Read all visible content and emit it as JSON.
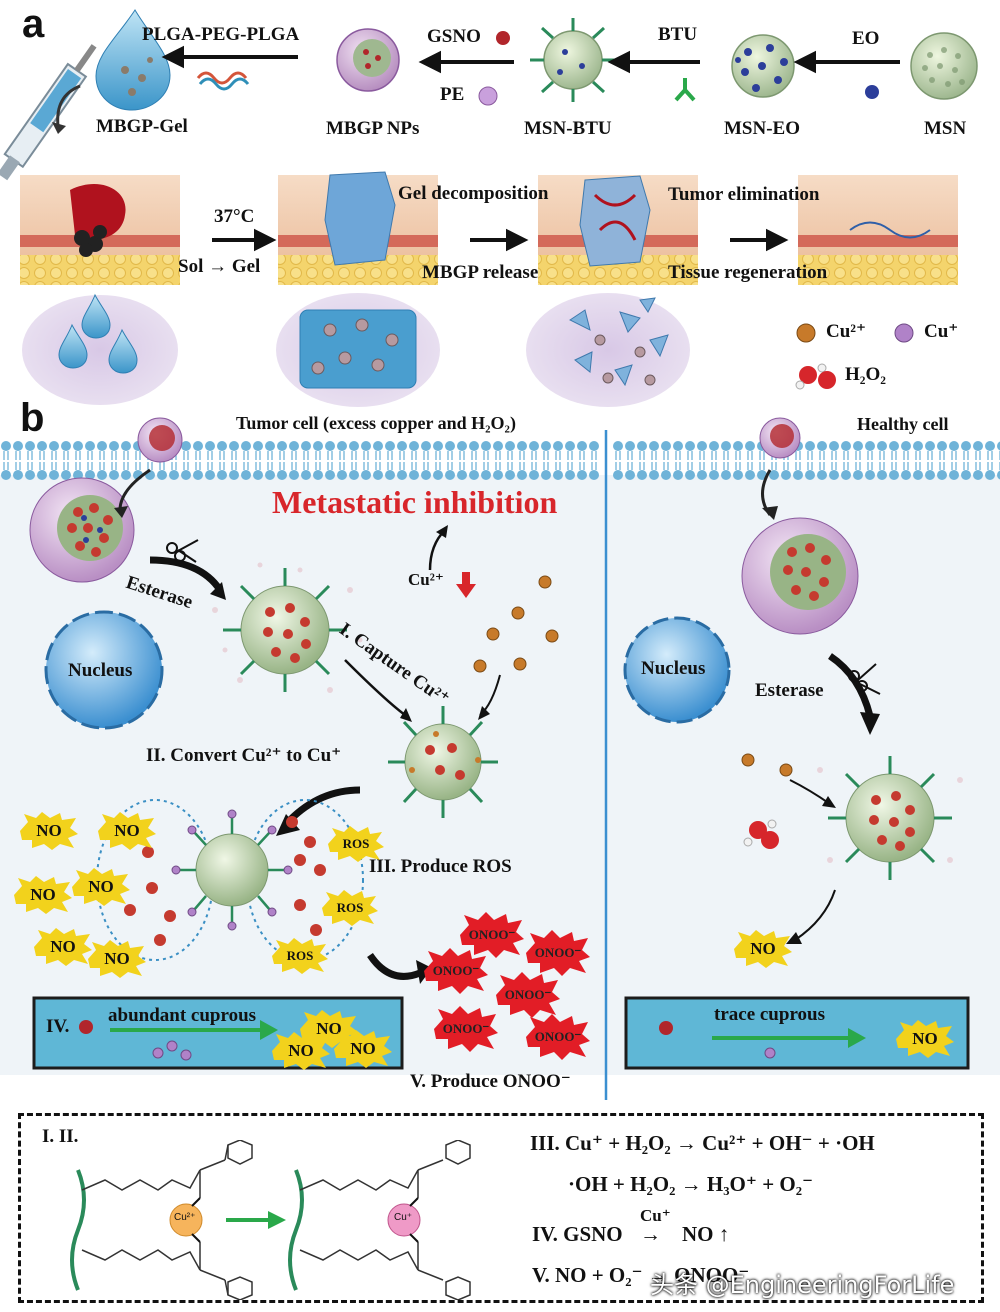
{
  "panel_a": {
    "letter": "a",
    "top_row": {
      "plga": "PLGA-PEG-PLGA",
      "gsno": "GSNO",
      "pe": "PE",
      "btu": "BTU",
      "eo": "EO",
      "mbgp_gel": "MBGP-Gel",
      "mbgp_nps": "MBGP NPs",
      "msn_btu": "MSN-BTU",
      "msn_eo": "MSN-EO",
      "msn": "MSN"
    },
    "middle_row": {
      "temp": "37°C",
      "sol_gel": "Sol → Gel",
      "gel_decomp": "Gel decomposition",
      "mbgp_release": "MBGP release",
      "tumor_elim": "Tumor elimination",
      "tissue_regen": "Tissue regeneration"
    },
    "legend": {
      "cu2": "Cu²⁺",
      "cu1": "Cu⁺",
      "h2o2": "H₂O₂"
    }
  },
  "panel_b": {
    "letter": "b",
    "tumor_cell": "Tumor cell (excess copper and H₂O₂)",
    "healthy_cell": "Healthy cell",
    "metastatic": "Metastatic inhibition",
    "esterase": "Esterase",
    "esterase_right": "Esterase",
    "nucleus": "Nucleus",
    "nucleus_right": "Nucleus",
    "cu2_label": "Cu²⁺",
    "capture": "I. Capture Cu²⁺",
    "convert": "II. Convert Cu²⁺ to Cu⁺",
    "produce_ros": "III. Produce ROS",
    "produce_onoo": "V. Produce ONOO⁻",
    "no_label": "NO",
    "ros_label": "ROS",
    "onoo_label": "ONOO⁻",
    "box_left_num": "IV.",
    "box_left_text": "abundant cuprous",
    "box_right_text": "trace cuprous"
  },
  "bottom_box": {
    "label": "I. II.",
    "cu2_center": "Cu²⁺",
    "cu1_center": "Cu⁺",
    "eq1": "III. Cu⁺ + H₂O₂ → Cu²⁺ + OH⁻ + ·OH",
    "eq2": "·OH + H₂O₂  →  H₃O⁺  +  O₂⁻",
    "eq3_pre": "IV. GSNO",
    "eq3_cat": "Cu⁺",
    "eq3_post": "NO ↑",
    "eq4": "V. NO + O₂⁻ → ONOO⁻"
  },
  "watermark": "头条 @EngineeringForLife",
  "colors": {
    "title_red": "#d8262b",
    "green_arrow": "#2aa84a",
    "no_yellow": "#f2d21c",
    "onoo_red": "#e21d26",
    "box_fill": "#5fb7d6",
    "membrane_blue": "#6fb3d8",
    "nucleus_blue": "#3b8fd0",
    "cu2_orange": "#c77a2a",
    "cu1_purple": "#b082c8"
  }
}
